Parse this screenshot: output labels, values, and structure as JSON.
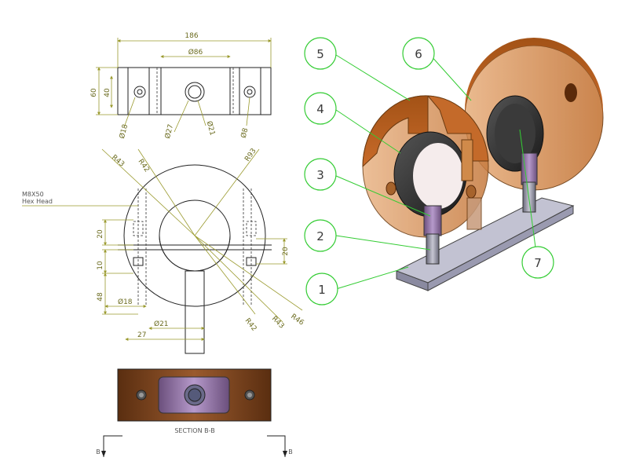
{
  "top_view": {
    "overall_width": "186",
    "bore_spacing": "Ø86",
    "height_outer": "60",
    "height_inner": "40",
    "hole_left": "Ø18",
    "bore_dia": "Ø27",
    "bore_dia_2": "Ø21",
    "hole_right": "Ø8"
  },
  "front_view": {
    "r43_top": "R43",
    "r42_top": "R42",
    "r93": "R93",
    "screw_note_line1": "M8X50",
    "screw_note_line2": "Hex Head",
    "dim_20_left": "20",
    "dim_10_left": "10",
    "dim_20_right": "20",
    "dim_48": "48",
    "hole_18": "Ø18",
    "shaft_21": "Ø21",
    "dim_27": "27",
    "r42_bottom": "R42",
    "r43_bottom": "R43",
    "r46": "R46"
  },
  "section_view": {
    "title": "SECTION B-B",
    "marker_left": "B",
    "marker_right": "B"
  },
  "balloons": [
    "1",
    "2",
    "3",
    "4",
    "5",
    "6",
    "7"
  ],
  "colors": {
    "dimension": "#9a9a2e",
    "balloon": "#33cc33",
    "copper": "#b8652a",
    "copper_light": "#e0a070",
    "rubber": "#2b2b2b",
    "purple": "#8a6b9a",
    "steel": "#9a9aaa",
    "plate": "#b8b8c8"
  }
}
